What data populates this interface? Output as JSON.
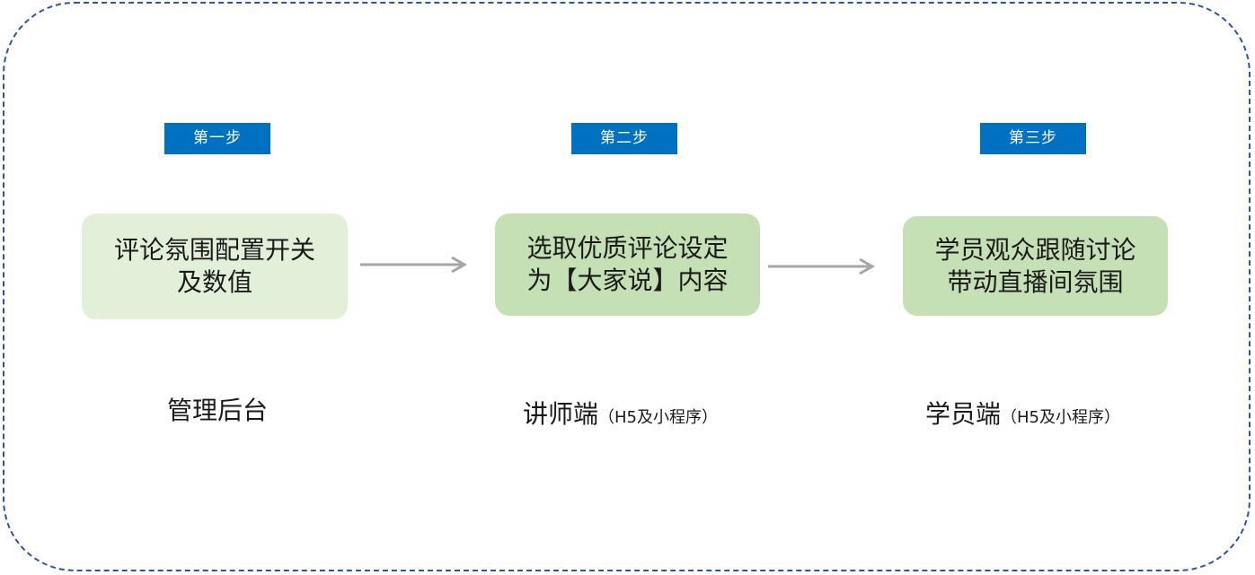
{
  "steps": [
    {
      "badge": "第一步",
      "box_lines": [
        "评论氛围配置开关",
        "及数值"
      ],
      "role": "管理后台",
      "role_note": ""
    },
    {
      "badge": "第二步",
      "box_lines": [
        "选取优质评论设定",
        "为【大家说】内容"
      ],
      "role": "讲师端",
      "role_note": "（H5及小程序）"
    },
    {
      "badge": "第三步",
      "box_lines": [
        "学员观众跟随讨论",
        "带动直播间氛围"
      ],
      "role": "学员端",
      "role_note": "（H5及小程序）"
    }
  ],
  "colors": {
    "badge_bg": "#0070c0",
    "box_light": "#e2efd9",
    "box_mid": "#c5e0b4",
    "frame_border": "#2f5597",
    "arrow": "#a6a6a6"
  }
}
